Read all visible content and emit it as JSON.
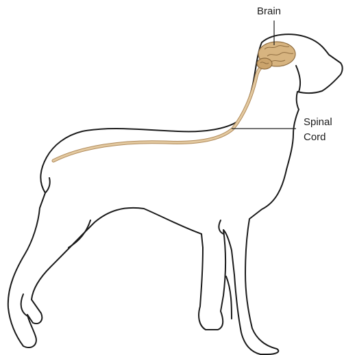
{
  "labels": {
    "brain": "Brain",
    "spinal_cord_line1": "Spinal",
    "spinal_cord_line2": "Cord"
  },
  "colors": {
    "outline": "#1a1a1a",
    "nerve_fill": "#e3c9a0",
    "nerve_stroke": "#b08a5a",
    "brain_fill": "#d7b480",
    "background": "#ffffff"
  },
  "subject": {
    "animal": "dog",
    "view": "side profile facing right"
  }
}
